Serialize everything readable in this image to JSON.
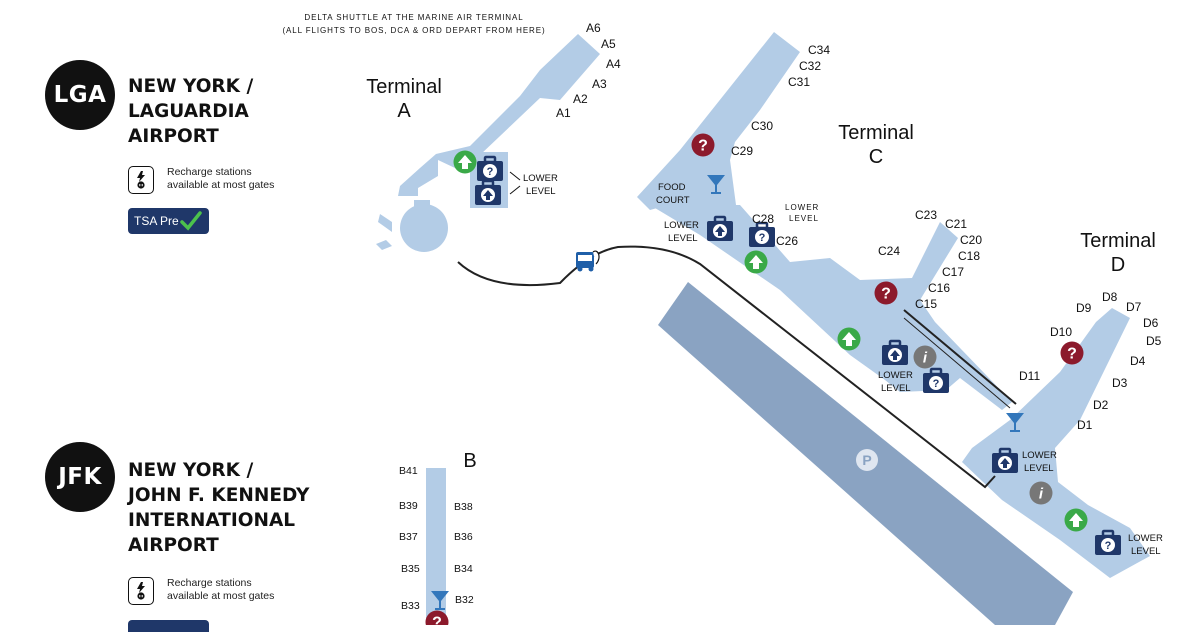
{
  "shuttle_note": {
    "line1": "DELTA SHUTTLE AT THE MARINE AIR TERMINAL",
    "line2": "(ALL FLIGHTS TO BOS, DCA & ORD DEPART FROM HERE)"
  },
  "lga": {
    "code": "LGA",
    "name_lines": [
      "NEW YORK /",
      "LAGUARDIA",
      "AIRPORT"
    ],
    "recharge_lines": [
      "Recharge stations",
      "available at most gates"
    ],
    "tsa_label": "TSA Pre"
  },
  "jfk": {
    "code": "JFK",
    "name_lines": [
      "NEW YORK /",
      "JOHN F. KENNEDY",
      "INTERNATIONAL",
      "AIRPORT"
    ],
    "recharge_lines": [
      "Recharge stations",
      "available at most gates"
    ]
  },
  "terminals": {
    "a": [
      "Terminal",
      "A"
    ],
    "c": [
      "Terminal",
      "C"
    ],
    "d": [
      "Terminal",
      "D"
    ],
    "b": "B"
  },
  "gates": {
    "a": [
      "A6",
      "A5",
      "A4",
      "A3",
      "A2",
      "A1"
    ],
    "c": [
      "C34",
      "C32",
      "C31",
      "C30",
      "C29",
      "C28",
      "C26",
      "C24",
      "C23",
      "C21",
      "C20",
      "C18",
      "C17",
      "C16",
      "C15"
    ],
    "d": [
      "D8",
      "D9",
      "D7",
      "D6",
      "D5",
      "D10",
      "D4",
      "D11",
      "D3",
      "D2",
      "D1"
    ],
    "b": [
      "B41",
      "B39",
      "B38",
      "B37",
      "B36",
      "B35",
      "B34",
      "B33",
      "B32"
    ]
  },
  "labels": {
    "lower_level": [
      "LOWER",
      "LEVEL"
    ],
    "food_court": [
      "FOOD",
      "COURT"
    ],
    "parking": "P",
    "info": "i",
    "help": "?"
  },
  "colors": {
    "terminal_fill": "#b3cce6",
    "parking_fill": "#8aa3c2",
    "help_red": "#8c1a2c",
    "elevator_green": "#3aa948",
    "baggage_navy": "#1f3769",
    "info_gray": "#777777",
    "bar_blue": "#3377bb",
    "badge_black": "#111111"
  },
  "icons": [
    "help-icon",
    "elevator-icon",
    "baggage-info-icon",
    "bar-icon",
    "info-icon",
    "shuttle-bus-icon",
    "parking-icon",
    "recharge-icon",
    "checkmark-icon"
  ]
}
